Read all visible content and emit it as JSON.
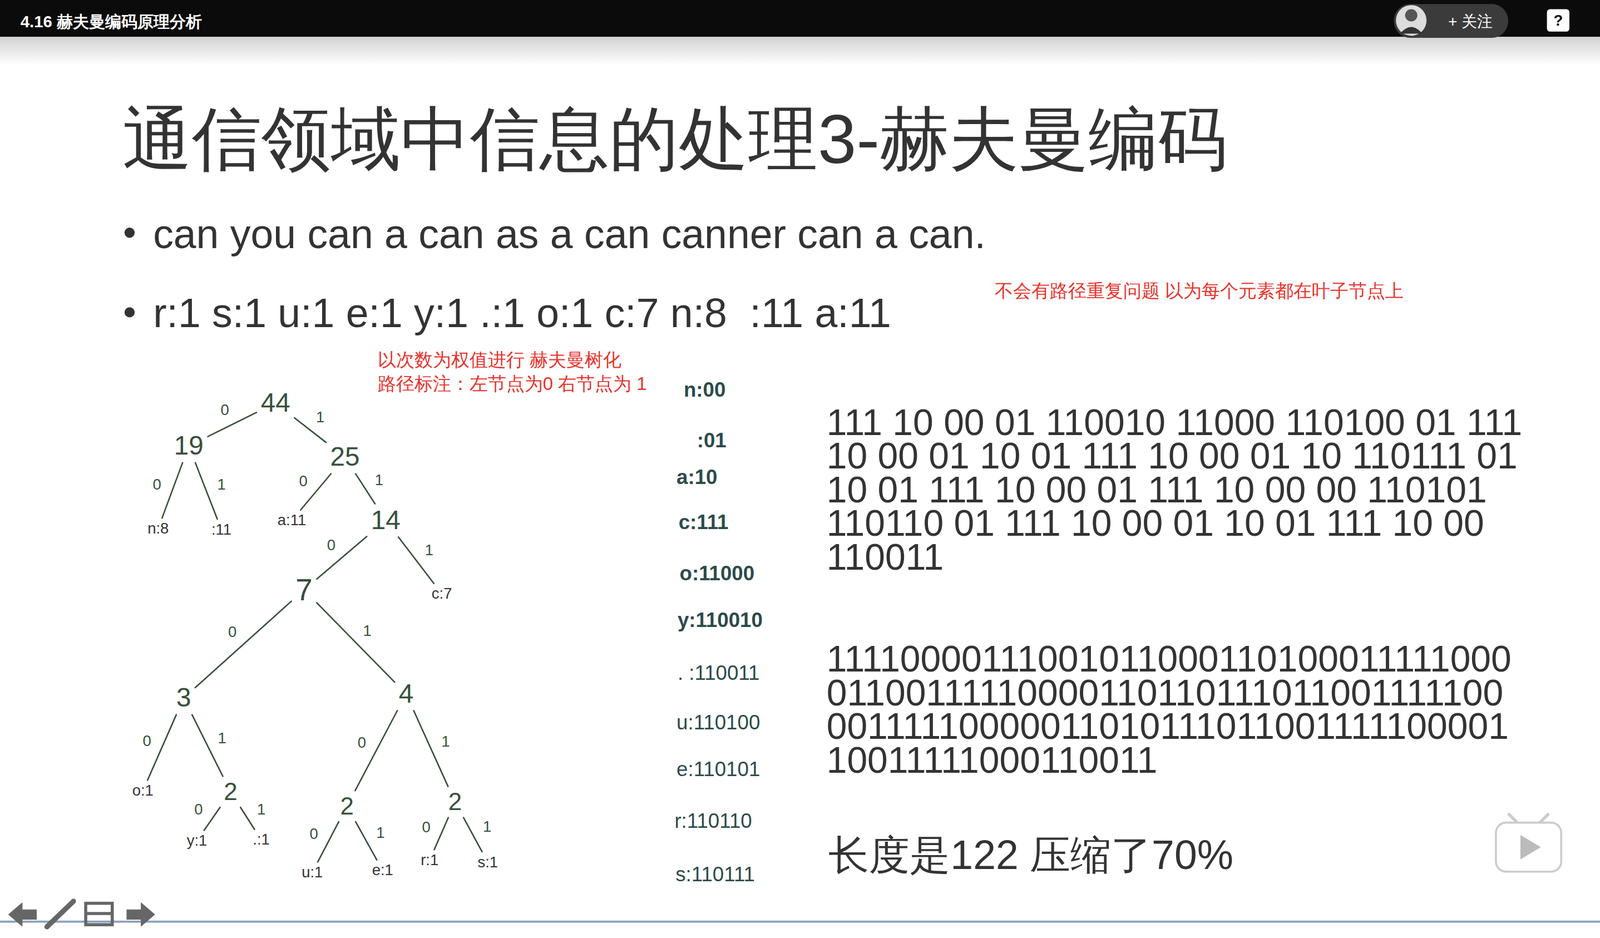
{
  "diagram": {
    "title": "通信领域中信息的处理3-赫夫曼编码",
    "nodes": [
      {
        "text": [
          "44"
        ]
      },
      {
        "text": [
          "19"
        ]
      },
      {
        "text": [
          "25"
        ]
      },
      {
        "text": [
          "n:8"
        ]
      },
      {
        "text": [
          ":11"
        ]
      },
      {
        "text": [
          "a:11"
        ]
      },
      {
        "text": [
          "14"
        ]
      },
      {
        "text": [
          "7"
        ]
      },
      {
        "text": [
          "c:7"
        ]
      },
      {
        "text": [
          "3"
        ]
      },
      {
        "text": [
          "4"
        ]
      },
      {
        "text": [
          "o:1"
        ]
      },
      {
        "text": [
          "2"
        ]
      },
      {
        "text": [
          "2"
        ]
      },
      {
        "text": [
          "2"
        ]
      },
      {
        "text": [
          "y:1"
        ]
      },
      {
        "text": [
          ".:1"
        ]
      },
      {
        "text": [
          "u:1"
        ]
      },
      {
        "text": [
          "e:1"
        ]
      },
      {
        "text": [
          "r:1"
        ]
      },
      {
        "text": [
          "s:1"
        ]
      }
    ],
    "edges": [
      {
        "from": 0,
        "to": 1,
        "arrow": "none",
        "label": "0"
      },
      {
        "from": 0,
        "to": 2,
        "arrow": "none",
        "label": "1"
      },
      {
        "from": 1,
        "to": 3,
        "arrow": "none",
        "label": "0"
      },
      {
        "from": 1,
        "to": 4,
        "arrow": "none",
        "label": "1"
      },
      {
        "from": 2,
        "to": 5,
        "arrow": "none",
        "label": "0"
      },
      {
        "from": 2,
        "to": 6,
        "arrow": "none",
        "label": "1"
      },
      {
        "from": 6,
        "to": 7,
        "arrow": "none",
        "label": "0"
      },
      {
        "from": 6,
        "to": 8,
        "arrow": "none",
        "label": "1"
      },
      {
        "from": 7,
        "to": 9,
        "arrow": "none",
        "label": "0"
      },
      {
        "from": 7,
        "to": 10,
        "arrow": "none",
        "label": "1"
      },
      {
        "from": 9,
        "to": 11,
        "arrow": "none",
        "label": "0"
      },
      {
        "from": 9,
        "to": 12,
        "arrow": "none",
        "label": "1"
      },
      {
        "from": 10,
        "to": 13,
        "arrow": "none",
        "label": "0"
      },
      {
        "from": 10,
        "to": 14,
        "arrow": "none",
        "label": "1"
      },
      {
        "from": 12,
        "to": 15,
        "arrow": "none",
        "label": "0"
      },
      {
        "from": 12,
        "to": 16,
        "arrow": "none",
        "label": "1"
      },
      {
        "from": 13,
        "to": 17,
        "arrow": "none",
        "label": "0"
      },
      {
        "from": 13,
        "to": 18,
        "arrow": "none",
        "label": "1"
      },
      {
        "from": 14,
        "to": 19,
        "arrow": "none",
        "label": "0"
      },
      {
        "from": 14,
        "to": 20,
        "arrow": "none",
        "label": "1"
      }
    ],
    "labels": [
      "4.16 赫夫曼编码原理分析",
      "+ 关注",
      "?",
      "can you can a can as a can canner can a can.",
      "r:1 s:1 u:1 e:1 y:1 .:1 o:1 c:7 n:8  :11 a:11",
      "不会有路径重复问题 以为每个元素都在叶子节点上",
      "以次数为权值进行 赫夫曼树化",
      "路径标注：左节点为0 右节点为 1",
      "n:00",
      ":01",
      "a:10",
      "c:111",
      "o:11000",
      "y:110010",
      ". :110011",
      "u:110100",
      "e:110101",
      "r:110110",
      "s:110111",
      "111 10 00 01 110010 11000 110100 01 111",
      "10 00 01 10 01 111 10 00 01 10 110111 01",
      "10 01 111 10 00 01 111 10 00 00 110101",
      "110110 01 111 10 00 01 10 01 111 10 00",
      "110011",
      "11110000111001011000110100011111000",
      "01100111110000110110111011001111100",
      "00111110000011010111011001111100001",
      "10011111000110011",
      "长度是122 压缩了70%"
    ]
  }
}
